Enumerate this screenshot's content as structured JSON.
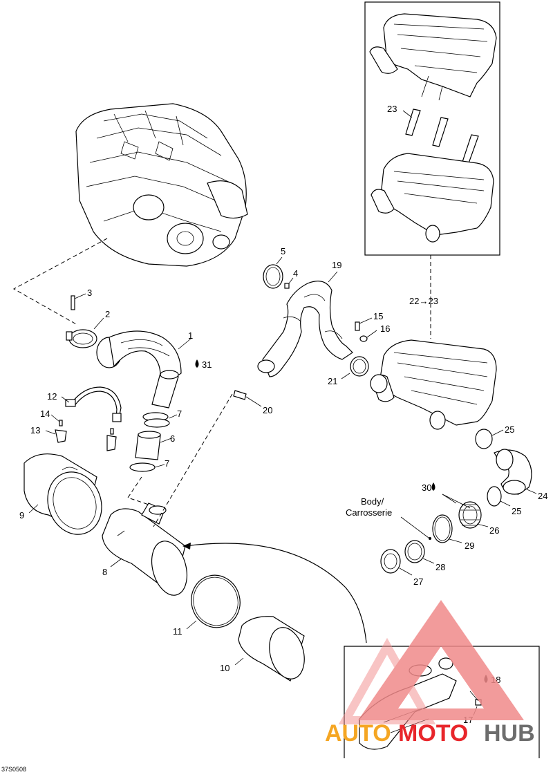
{
  "diagram": {
    "callouts": [
      {
        "id": "c1",
        "text": "1"
      },
      {
        "id": "c2",
        "text": "2"
      },
      {
        "id": "c3",
        "text": "3"
      },
      {
        "id": "c4",
        "text": "4"
      },
      {
        "id": "c5",
        "text": "5"
      },
      {
        "id": "c6",
        "text": "6"
      },
      {
        "id": "c7a",
        "text": "7"
      },
      {
        "id": "c7b",
        "text": "7"
      },
      {
        "id": "c8",
        "text": "8"
      },
      {
        "id": "c9",
        "text": "9"
      },
      {
        "id": "c10",
        "text": "10"
      },
      {
        "id": "c11",
        "text": "11"
      },
      {
        "id": "c12",
        "text": "12"
      },
      {
        "id": "c13",
        "text": "13"
      },
      {
        "id": "c14",
        "text": "14"
      },
      {
        "id": "c15",
        "text": "15"
      },
      {
        "id": "c16",
        "text": "16"
      },
      {
        "id": "c17",
        "text": "17"
      },
      {
        "id": "c18",
        "text": "18"
      },
      {
        "id": "c19",
        "text": "19"
      },
      {
        "id": "c20",
        "text": "20"
      },
      {
        "id": "c21",
        "text": "21"
      },
      {
        "id": "c2223",
        "text": "22→23"
      },
      {
        "id": "c23",
        "text": "23"
      },
      {
        "id": "c24",
        "text": "24"
      },
      {
        "id": "c25a",
        "text": "25"
      },
      {
        "id": "c25b",
        "text": "25"
      },
      {
        "id": "c26",
        "text": "26"
      },
      {
        "id": "c27",
        "text": "27"
      },
      {
        "id": "c28",
        "text": "28"
      },
      {
        "id": "c29",
        "text": "29"
      },
      {
        "id": "c30",
        "text": "30"
      },
      {
        "id": "c31",
        "text": "31"
      }
    ],
    "body_label_line1": "Body/",
    "body_label_line2": "Carrosserie",
    "figure_code": "37S0508"
  },
  "watermark": {
    "part1": "AUTO",
    "part2": "MOTO",
    "part3": "HUB",
    "colors": {
      "orange": "#f5a623",
      "red": "#e8262b",
      "gray": "#6d6d6d",
      "triangle": "#f08a8a"
    }
  }
}
